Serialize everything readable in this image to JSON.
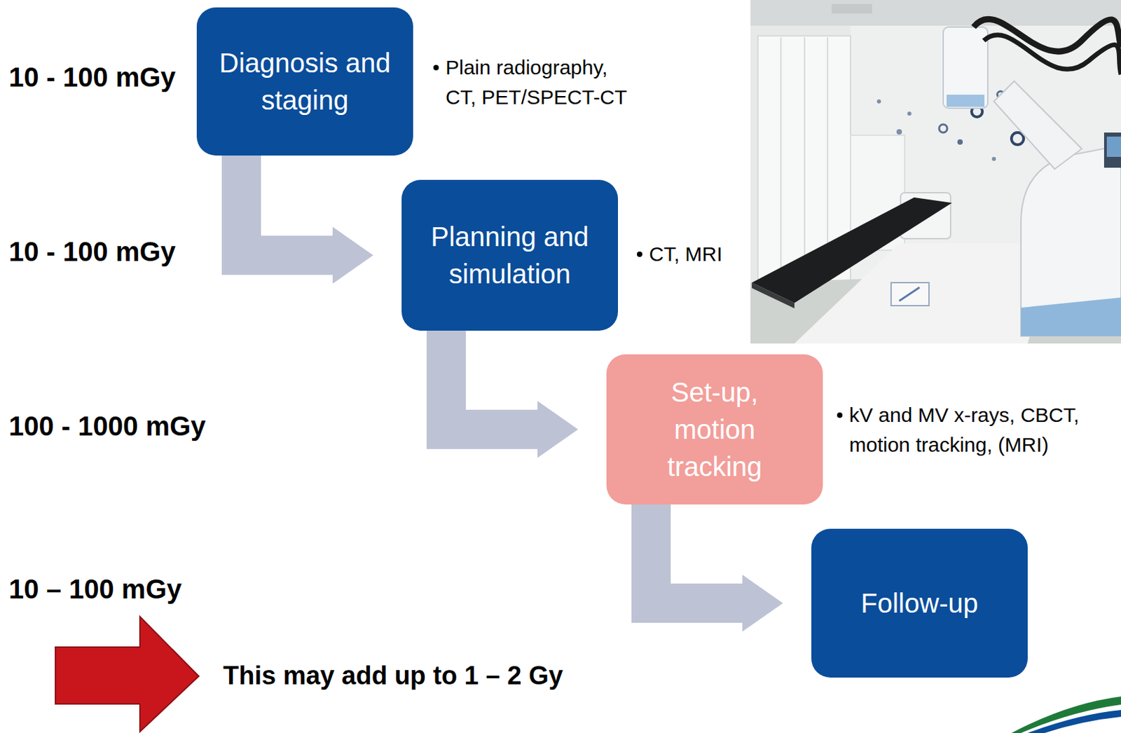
{
  "diagram": {
    "nodes": [
      {
        "text": [
          "Diagnosis and staging"
        ]
      },
      {
        "text": [
          "Planning and simulation"
        ]
      },
      {
        "text": [
          "Set-up, motion tracking"
        ]
      },
      {
        "text": [
          "Follow-up"
        ]
      }
    ],
    "edges": [
      {
        "from": 0,
        "to": 1,
        "arrow": "to"
      },
      {
        "from": 1,
        "to": 2,
        "arrow": "to"
      },
      {
        "from": 2,
        "to": 3,
        "arrow": "to"
      }
    ],
    "labels": [
      "10 - 100 mGy",
      "Plain radiography, CT, PET/SPECT-CT",
      "10 - 100 mGy",
      "CT, MRI",
      "100 - 1000 mGy",
      "kV and MV x-rays, CBCT, motion tracking, (MRI)",
      "10 – 100 mGy",
      "This may add up to 1 – 2 Gy"
    ]
  }
}
